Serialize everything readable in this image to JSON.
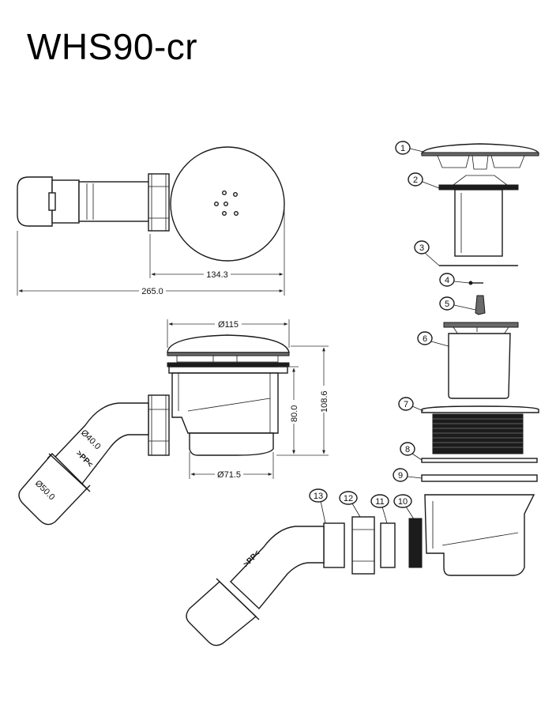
{
  "title": "WHS90-cr",
  "dimensions": {
    "outlet_offset": "134.3",
    "total_length": "265.0",
    "cover_diameter": "Ø115",
    "body_depth": "80.0",
    "total_height": "108.6",
    "body_diameter": "Ø71.5",
    "pipe_inner": "Ø40.0",
    "pipe_outer": "Ø50.0"
  },
  "material_marks": [
    ">PP<",
    ">PP<"
  ],
  "part_numbers": [
    "1",
    "2",
    "3",
    "4",
    "5",
    "6",
    "7",
    "8",
    "9",
    "10",
    "11",
    "12",
    "13"
  ]
}
